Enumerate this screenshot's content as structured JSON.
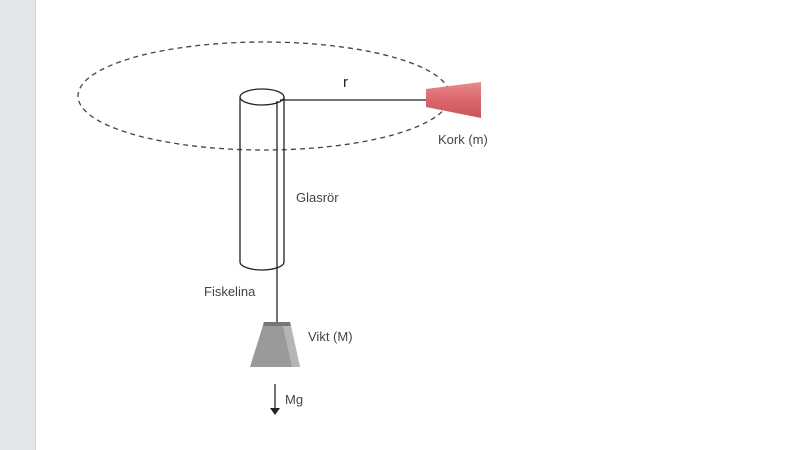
{
  "diagram": {
    "labels": {
      "radius": "r",
      "cork": "Kork (m)",
      "tube": "Glasrör",
      "line": "Fiskelina",
      "weight": "Vikt (M)",
      "force": "Mg"
    },
    "colors": {
      "cork": "#d9676b",
      "weight": "#9a9a9a",
      "sidebar": "#e2e7eb"
    }
  }
}
